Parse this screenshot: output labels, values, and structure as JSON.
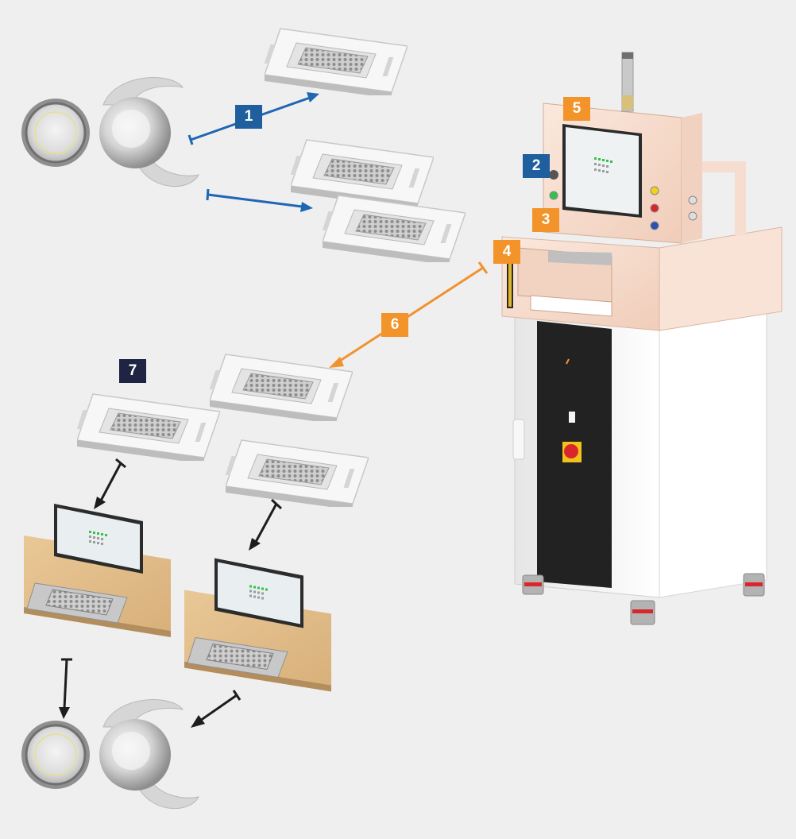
{
  "colors": {
    "background": "#efefef",
    "blue": "#1f5f9e",
    "orange": "#f2942a",
    "navy": "#1e2441",
    "arrow_blue": "#1f66b3",
    "arrow_orange": "#f0922e",
    "arrow_dark": "#1d1d1d",
    "machine_peach": "#f6ddcf",
    "wood": "#e2bf8c"
  },
  "callouts": {
    "c1": "1",
    "c2": "2",
    "c3": "3",
    "c4": "4",
    "c5": "5",
    "c6": "6",
    "c7": "7"
  },
  "icons": {
    "lens": "intraocular-lens-icon",
    "tray": "lens-tray-icon",
    "station": "inspection-station-icon",
    "machine": "automated-inspection-machine-icon"
  }
}
